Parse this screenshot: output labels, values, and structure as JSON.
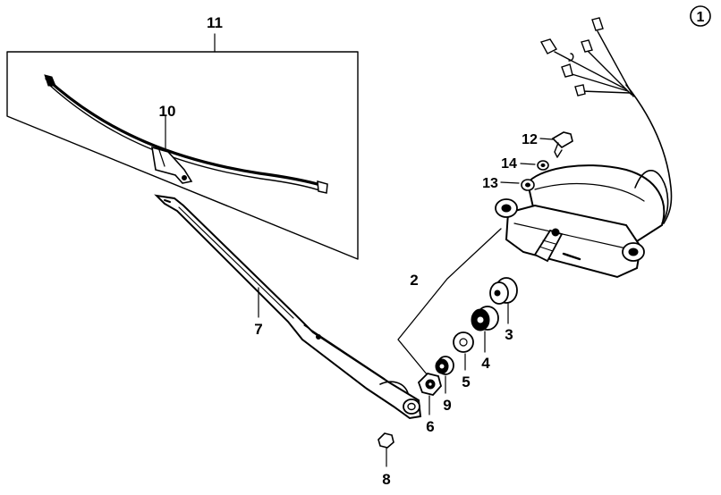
{
  "figure_number": "1",
  "callouts": [
    {
      "id": "11",
      "part": "wiper-blade-assembly"
    },
    {
      "id": "10",
      "part": "wiper-blade"
    },
    {
      "id": "7",
      "part": "wiper-arm"
    },
    {
      "id": "8",
      "part": "arm-nut"
    },
    {
      "id": "2",
      "part": "wiper-motor"
    },
    {
      "id": "12",
      "part": "bolt"
    },
    {
      "id": "14",
      "part": "washer"
    },
    {
      "id": "13",
      "part": "spacer"
    },
    {
      "id": "3",
      "part": "rubber-grommet"
    },
    {
      "id": "4",
      "part": "rubber-bushing"
    },
    {
      "id": "5",
      "part": "washer"
    },
    {
      "id": "9",
      "part": "washer"
    },
    {
      "id": "6",
      "part": "nut"
    }
  ]
}
